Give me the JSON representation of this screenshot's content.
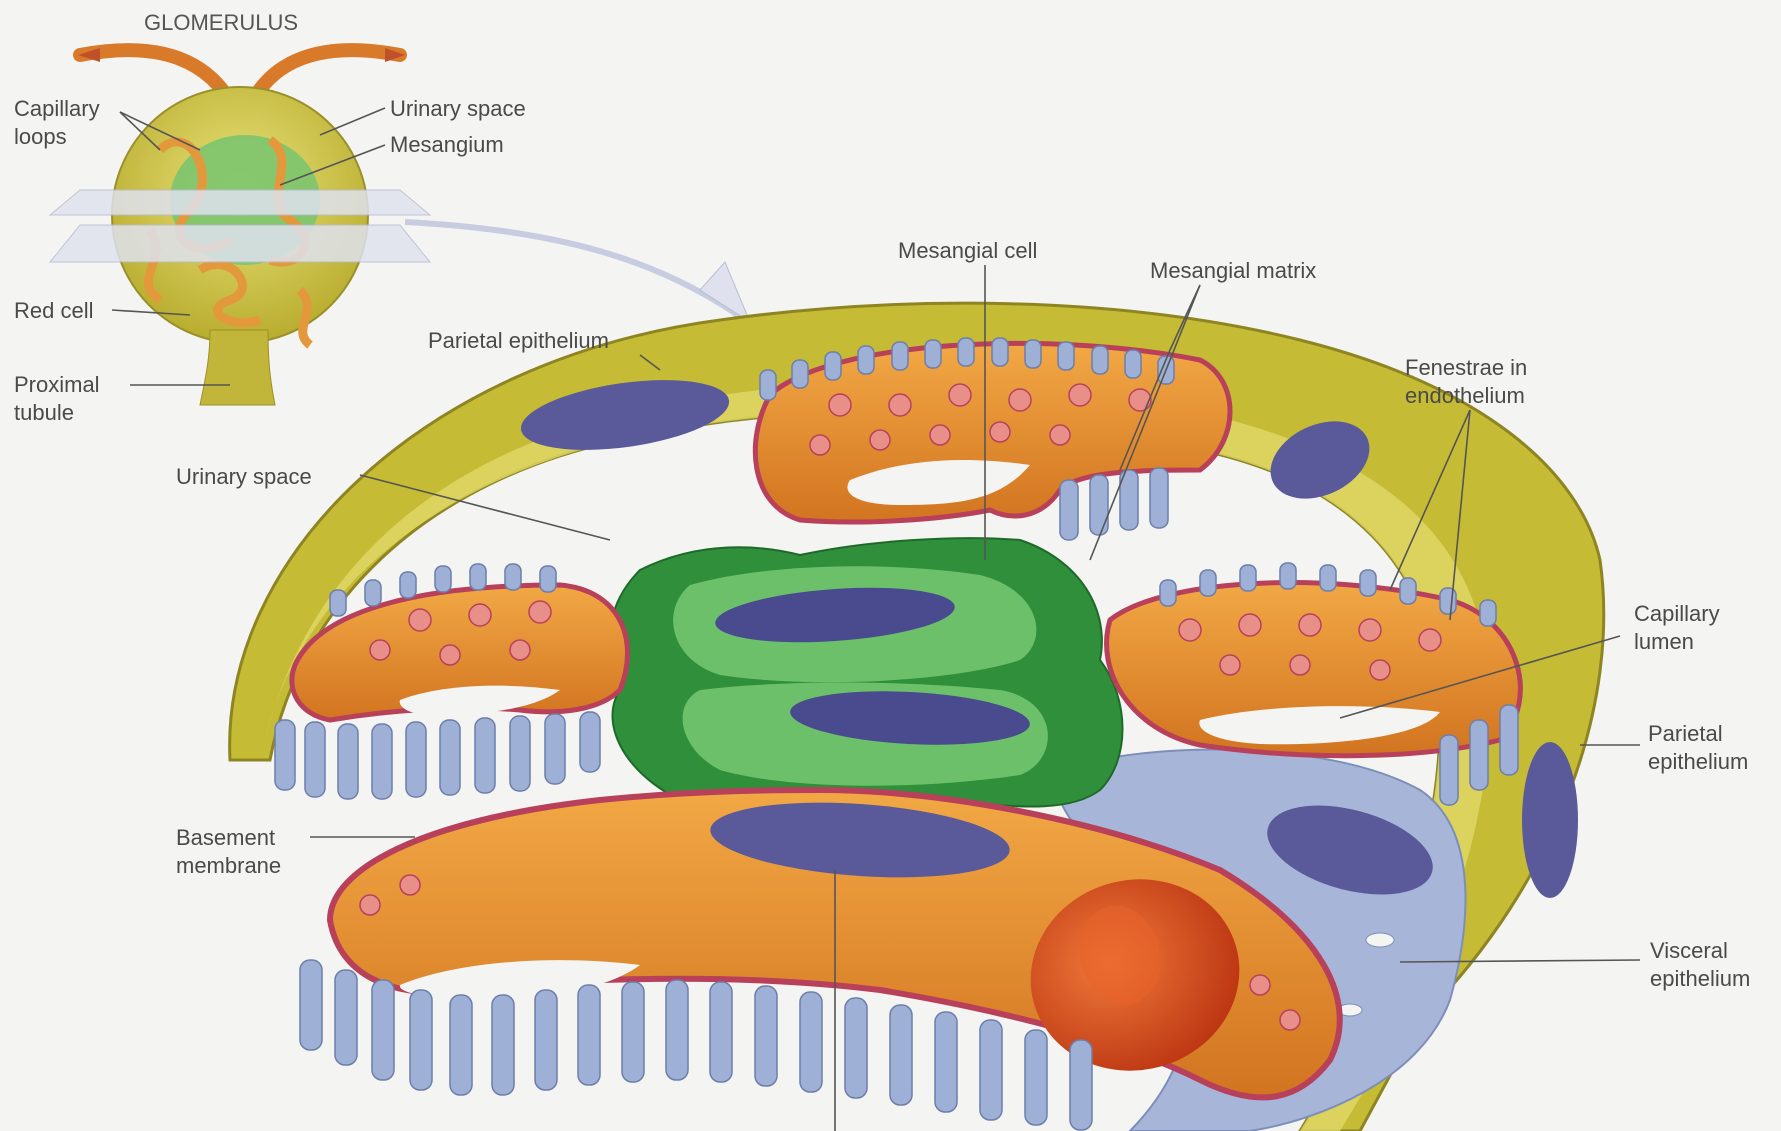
{
  "title": "GLOMERULUS",
  "inset_labels": {
    "capillary_loops_1": "Capillary",
    "capillary_loops_2": "loops",
    "urinary_space": "Urinary space",
    "mesangium": "Mesangium",
    "red_cell": "Red cell",
    "proximal_tubule_1": "Proximal",
    "proximal_tubule_2": "tubule"
  },
  "main_labels": {
    "mesangial_cell": "Mesangial cell",
    "mesangial_matrix": "Mesangial matrix",
    "parietal_epithelium_top": "Parietal epithelium",
    "fenestrae_1": "Fenestrae in",
    "fenestrae_2": "endothelium",
    "urinary_space": "Urinary space",
    "capillary_lumen_1": "Capillary",
    "capillary_lumen_2": "lumen",
    "parietal_epithelium_right_1": "Parietal",
    "parietal_epithelium_right_2": "epithelium",
    "basement_membrane_1": "Basement",
    "basement_membrane_2": "membrane",
    "visceral_epithelium_1": "Visceral",
    "visceral_epithelium_2": "epithelium"
  },
  "colors": {
    "capsule": "#c9c03a",
    "capsule_light": "#e2dc6a",
    "capillary": "#e8952e",
    "capillary_dark": "#c96a18",
    "membrane": "#b8405a",
    "foot_process": "#9fb0d6",
    "mesangium_dark": "#2f8f3a",
    "mesangium_light": "#6cc06a",
    "nucleus": "#5a5a9a",
    "red_cell": "#d8441a"
  }
}
